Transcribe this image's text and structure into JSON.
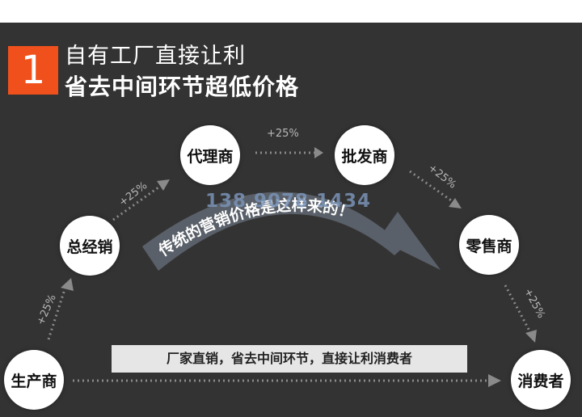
{
  "badge": {
    "number": "1"
  },
  "heading": {
    "line1": "自有工厂直接让利",
    "line2": "省去中间环节超低价格"
  },
  "nodes": {
    "producer": "生产商",
    "general_distributor": "总经销",
    "agent": "代理商",
    "wholesaler": "批发商",
    "retailer": "零售商",
    "consumer": "消费者"
  },
  "markups": {
    "producer_to_distributor": "+25%",
    "distributor_to_agent": "+25%",
    "agent_to_wholesaler": "+25%",
    "wholesaler_to_retailer": "+25%",
    "retailer_to_consumer": "+25%"
  },
  "arc_label": "传统的营销价格是这样来的！",
  "watermark_phone": "138 9078 1434",
  "banner": {
    "text": "厂家直销，省去中间环节，直接让利消费者"
  },
  "colors": {
    "panel": "#333333",
    "accent": "#f0511c",
    "node": "#ffffff",
    "arc": "#5a6069",
    "banner": "#e6e6e6",
    "dotted": "#8a8a8a"
  }
}
